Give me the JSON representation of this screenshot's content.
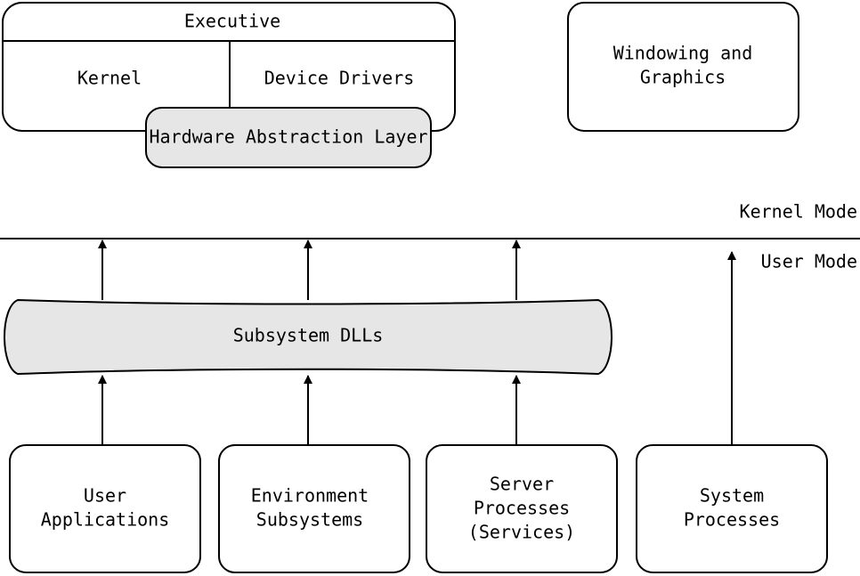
{
  "colors": {
    "stroke": "#000000",
    "box_fill": "#ffffff",
    "shaded_fill": "#e6e6e6",
    "text": "#000000"
  },
  "kernel_components": {
    "executive": "Executive",
    "kernel": "Kernel",
    "device_drivers": "Device Drivers",
    "hal": "Hardware Abstraction Layer",
    "windowing_line1": "Windowing and",
    "windowing_line2": "Graphics"
  },
  "mode_labels": {
    "kernel_mode": "Kernel Mode",
    "user_mode": "User Mode"
  },
  "subsystem_dlls": "Subsystem DLLs",
  "user_processes": {
    "user_applications": [
      "User",
      "Applications"
    ],
    "environment_subsystems": [
      "Environment",
      "Subsystems"
    ],
    "server_processes": [
      "Server",
      "Processes",
      "(Services)"
    ],
    "system_processes": [
      "System",
      "Processes"
    ]
  }
}
